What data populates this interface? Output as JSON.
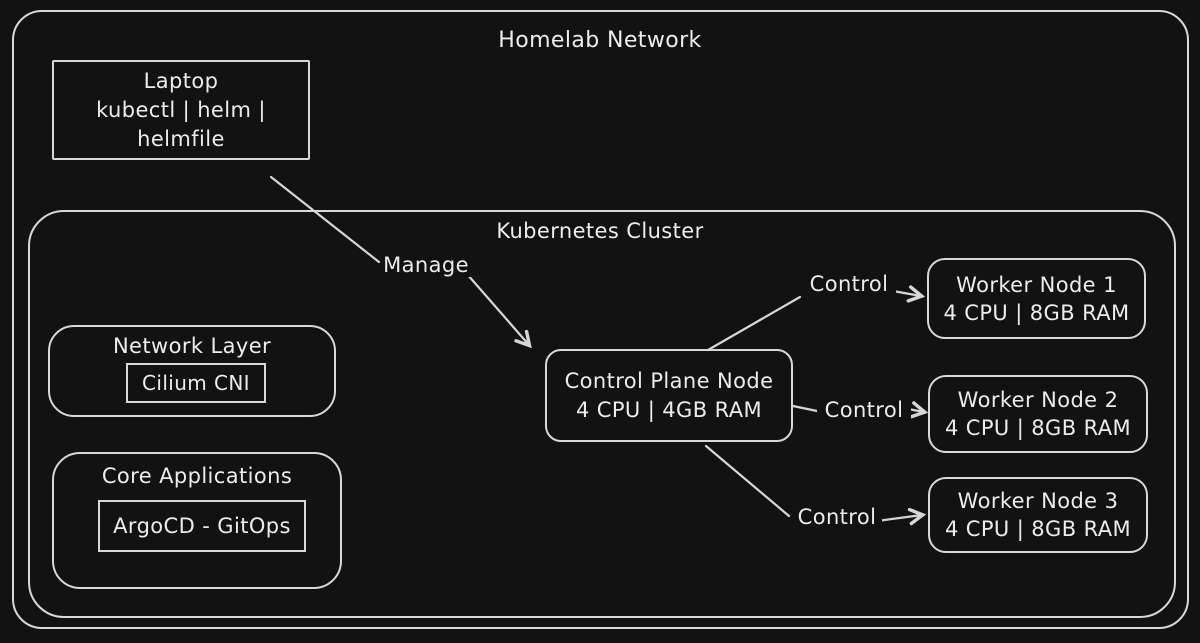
{
  "colors": {
    "background": "#121212",
    "stroke": "#d8d8d8",
    "text": "#ececec"
  },
  "outer_container": {
    "title": "Homelab Network"
  },
  "laptop": {
    "lines": [
      "Laptop",
      "kubectl | helm |",
      "helmfile"
    ]
  },
  "cluster_container": {
    "title": "Kubernetes Cluster"
  },
  "network_layer": {
    "title": "Network Layer",
    "item": "Cilium CNI"
  },
  "core_applications": {
    "title": "Core Applications",
    "item": "ArgoCD - GitOps"
  },
  "control_plane": {
    "name": "Control Plane Node",
    "specs": "4 CPU | 4GB RAM"
  },
  "workers": [
    {
      "name": "Worker Node 1",
      "specs": "4 CPU | 8GB RAM"
    },
    {
      "name": "Worker Node 2",
      "specs": "4 CPU | 8GB RAM"
    },
    {
      "name": "Worker Node 3",
      "specs": "4 CPU | 8GB RAM"
    }
  ],
  "edges": {
    "manage_label": "Manage",
    "control_labels": [
      "Control",
      "Control",
      "Control"
    ]
  }
}
